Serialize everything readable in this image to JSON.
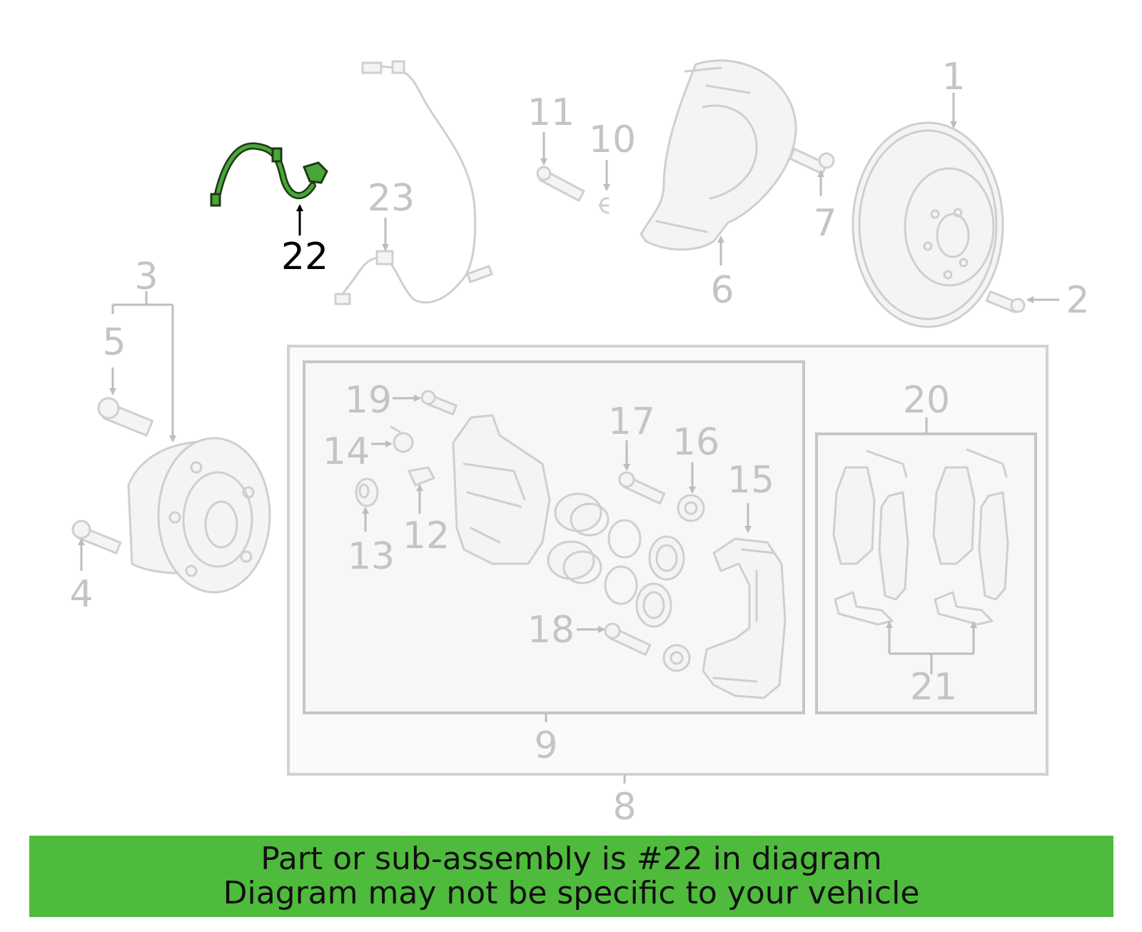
{
  "diagram": {
    "highlight_color": "#3c8f2a",
    "labels": [
      {
        "id": "1",
        "text": "1"
      },
      {
        "id": "2",
        "text": "2"
      },
      {
        "id": "3",
        "text": "3"
      },
      {
        "id": "4",
        "text": "4"
      },
      {
        "id": "5",
        "text": "5"
      },
      {
        "id": "6",
        "text": "6"
      },
      {
        "id": "7",
        "text": "7"
      },
      {
        "id": "8",
        "text": "8"
      },
      {
        "id": "9",
        "text": "9"
      },
      {
        "id": "10",
        "text": "10"
      },
      {
        "id": "11",
        "text": "11"
      },
      {
        "id": "12",
        "text": "12"
      },
      {
        "id": "13",
        "text": "13"
      },
      {
        "id": "14",
        "text": "14"
      },
      {
        "id": "15",
        "text": "15"
      },
      {
        "id": "16",
        "text": "16"
      },
      {
        "id": "17",
        "text": "17"
      },
      {
        "id": "18",
        "text": "18"
      },
      {
        "id": "19",
        "text": "19"
      },
      {
        "id": "20",
        "text": "20"
      },
      {
        "id": "21",
        "text": "21"
      },
      {
        "id": "22",
        "text": "22",
        "highlighted": true
      },
      {
        "id": "23",
        "text": "23"
      }
    ]
  },
  "banner": {
    "line1": "Part or sub-assembly is #22 in diagram",
    "line2": "Diagram may not be specific to your vehicle",
    "background": "#4fbb3d"
  }
}
